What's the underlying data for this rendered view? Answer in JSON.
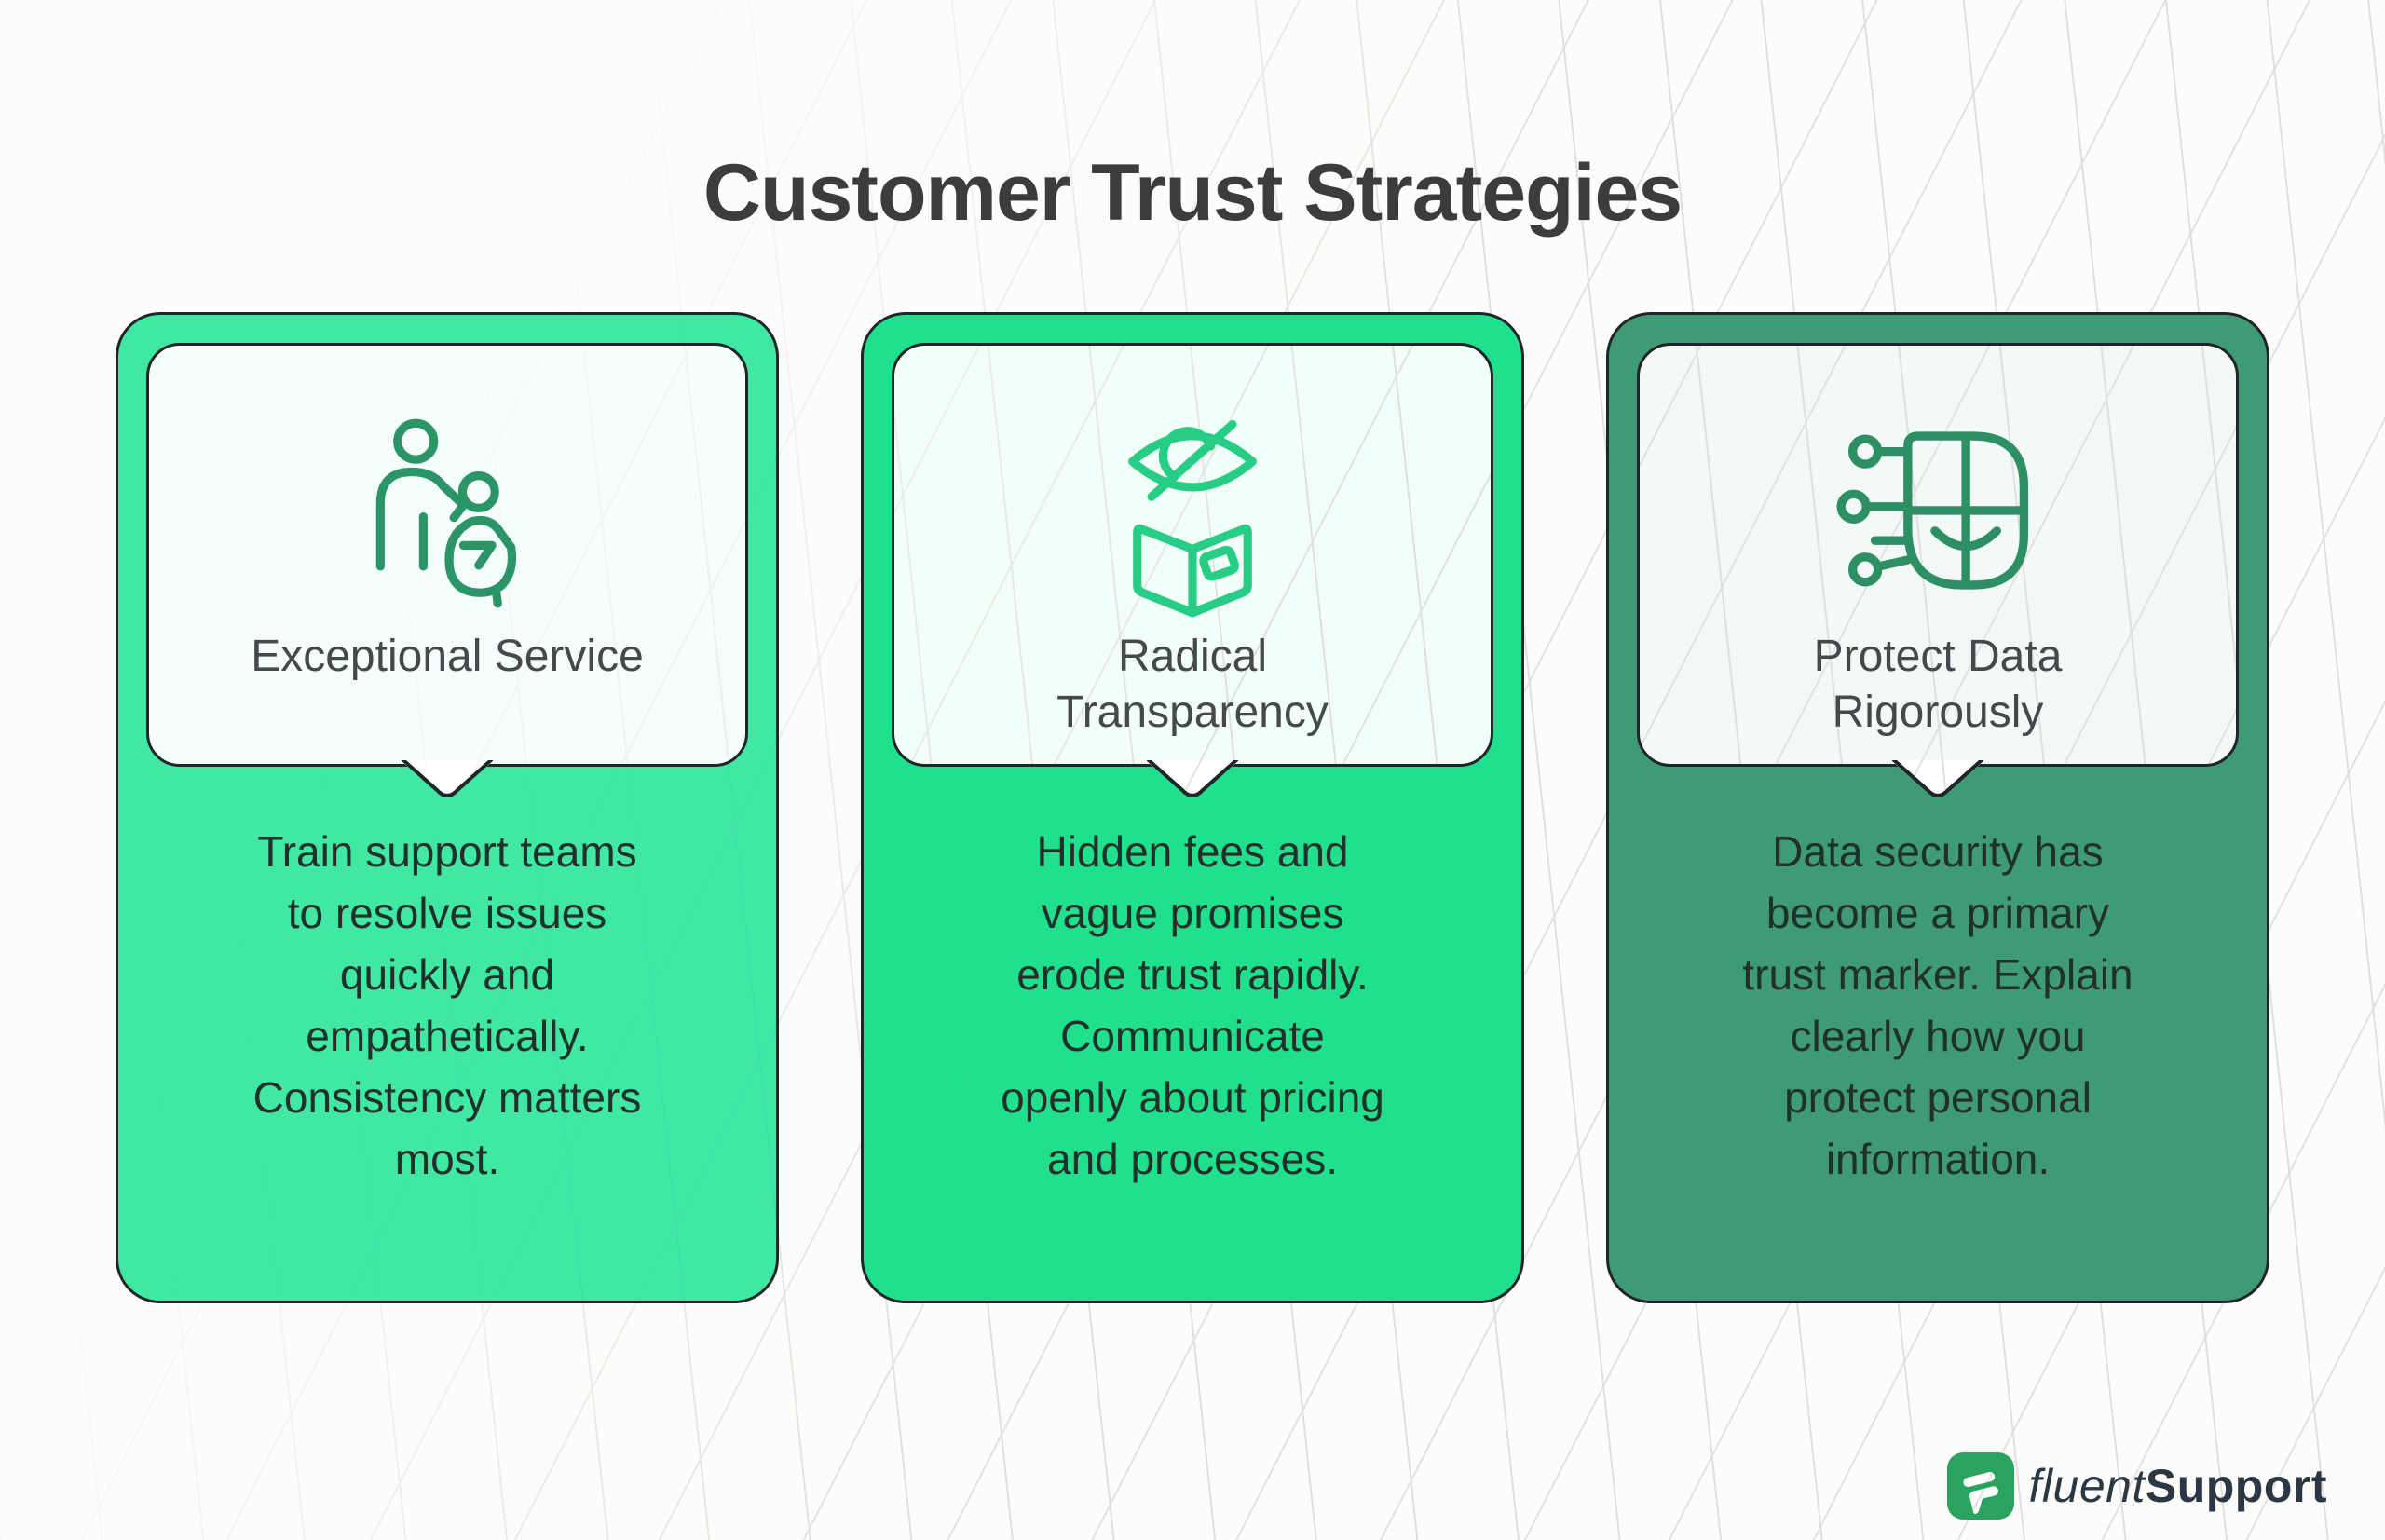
{
  "header": {
    "title": "Customer Trust Strategies"
  },
  "cards": [
    {
      "id": "exceptional-service",
      "title": "Exceptional Service",
      "title_lines": [
        "Exceptional Service",
        ""
      ],
      "body": "Train support teams to resolve issues quickly and empathetically. Consistency matters most.",
      "body_lines": [
        "Train support teams",
        "to resolve issues",
        "quickly and",
        "empathetically.",
        "Consistency matters",
        "most."
      ],
      "bg": "#40E8A3",
      "icon": "people-support-icon",
      "icon_color": "#2B9568"
    },
    {
      "id": "radical-transparency",
      "title": "Radical Transparency",
      "title_lines": [
        "Radical",
        "Transparency"
      ],
      "body": "Hidden fees and vague promises erode trust rapidly. Communicate openly about pricing and processes.",
      "body_lines": [
        "Hidden fees and",
        "vague promises",
        "erode trust rapidly.",
        "Communicate",
        "openly about pricing",
        "and processes."
      ],
      "bg": "#21E08D",
      "icon": "transparency-eye-box-icon",
      "icon_color": "#27CD85"
    },
    {
      "id": "protect-data-rigorously",
      "title": "Protect Data Rigorously",
      "title_lines": [
        "Protect Data",
        "Rigorously"
      ],
      "body": "Data security has become a primary trust marker. Explain clearly how you protect personal information.",
      "body_lines": [
        "Data security has",
        "become a primary",
        "trust marker. Explain",
        "clearly how you",
        "protect personal",
        "information."
      ],
      "bg": "#3F9B76",
      "icon": "data-shield-circuit-icon",
      "icon_color": "#2E8F65"
    }
  ],
  "footer": {
    "brand_light": "fluent",
    "brand_bold": "Support",
    "logo_icon": "fluent-support-mark",
    "logo_color": "#2AA35E"
  },
  "colors": {
    "background": "#FCFCFB",
    "outline": "#1F252A",
    "title_text": "#3C3C3C",
    "card_title_text": "#46494C",
    "body_text": "#20302A",
    "grid_line": "#DEDEDC"
  }
}
